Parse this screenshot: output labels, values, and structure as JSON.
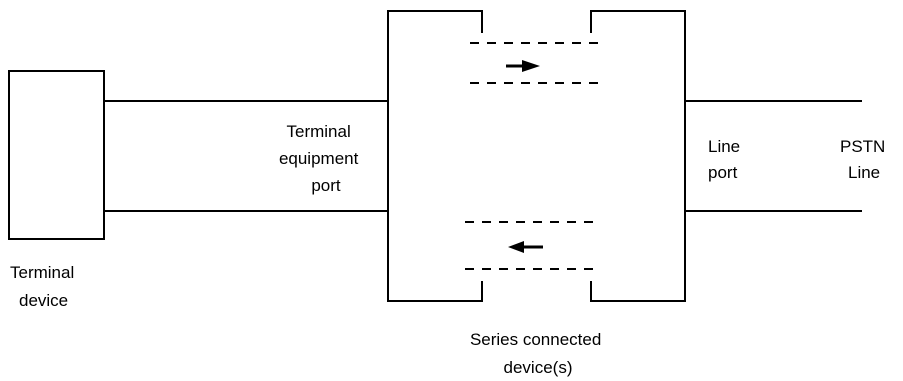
{
  "labels": {
    "terminal_device": [
      "Terminal",
      "device"
    ],
    "terminal_equipment_port": [
      "Terminal",
      "equipment",
      "port"
    ],
    "line_port": [
      "Line",
      "port"
    ],
    "pstn_line": [
      "PSTN",
      "Line"
    ],
    "series_connected_devices": [
      "Series connected",
      "device(s)"
    ]
  },
  "colors": {
    "line": "#000000",
    "background": "#ffffff"
  },
  "icons": {
    "upper_signal": "arrow-right-icon",
    "lower_signal": "arrow-left-icon"
  }
}
